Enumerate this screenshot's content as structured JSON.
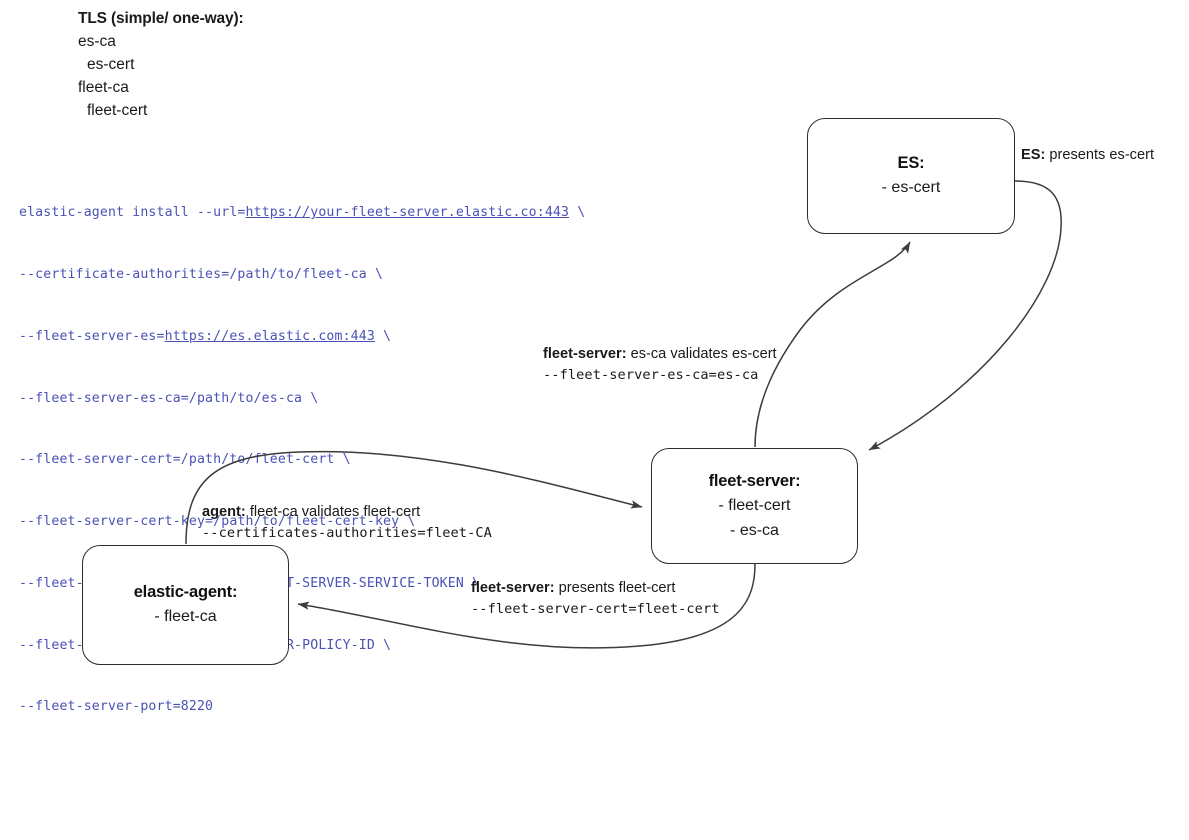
{
  "legend": {
    "title": "TLS (simple/ one-way):",
    "lines": [
      {
        "text": "es-ca",
        "indent": false
      },
      {
        "text": "es-cert",
        "indent": true
      },
      {
        "text": "fleet-ca",
        "indent": false
      },
      {
        "text": "fleet-cert",
        "indent": true
      }
    ]
  },
  "command": {
    "lines": [
      [
        {
          "t": "elastic-agent install --url=",
          "link": false
        },
        {
          "t": "https://your-fleet-server.elastic.co:443",
          "link": true
        },
        {
          "t": " \\",
          "link": false
        }
      ],
      [
        {
          "t": "--certificate-authorities=/path/to/fleet-ca \\",
          "link": false
        }
      ],
      [
        {
          "t": "--fleet-server-es=",
          "link": false
        },
        {
          "t": "https://es.elastic.com:443",
          "link": true
        },
        {
          "t": " \\",
          "link": false
        }
      ],
      [
        {
          "t": "--fleet-server-es-ca=/path/to/es-ca \\",
          "link": false
        }
      ],
      [
        {
          "t": "--fleet-server-cert=/path/to/fleet-cert \\",
          "link": false
        }
      ],
      [
        {
          "t": "--fleet-server-cert-key=/path/to/fleet-cert-key \\",
          "link": false
        }
      ],
      [
        {
          "t": "--fleet-server-service-token=FLEET-SERVER-SERVICE-TOKEN \\",
          "link": false
        }
      ],
      [
        {
          "t": "--fleet-server-policy=FLEET-SERVER-POLICY-ID \\",
          "link": false
        }
      ],
      [
        {
          "t": "--fleet-server-port=8220",
          "link": false
        }
      ]
    ]
  },
  "nodes": {
    "es": {
      "title": "ES:",
      "items": [
        "- es-cert"
      ]
    },
    "fleet_server": {
      "title": "fleet-server:",
      "items": [
        "- fleet-cert",
        "- es-ca"
      ]
    },
    "elastic_agent": {
      "title": "elastic-agent:",
      "items": [
        "- fleet-ca"
      ]
    }
  },
  "edge_labels": {
    "es_presents": {
      "bold": "ES:",
      "rest": " presents es-cert"
    },
    "fleet_server_validates": {
      "bold": "fleet-server:",
      "rest": " es-ca validates es-cert",
      "mono": "--fleet-server-es-ca=es-ca"
    },
    "agent_validates": {
      "bold": "agent:",
      "rest": " fleet-ca validates fleet-cert",
      "mono": "--certificates-authorities=fleet-CA"
    },
    "fleet_server_presents": {
      "bold": "fleet-server:",
      "rest": " presents fleet-cert",
      "mono": "--fleet-server-cert=fleet-cert"
    }
  },
  "colors": {
    "command_text": "#4a52b5",
    "box_border": "#2b2b2b",
    "connector": "#3c3c3c",
    "background": "#ffffff",
    "text": "#1a1a1a"
  }
}
